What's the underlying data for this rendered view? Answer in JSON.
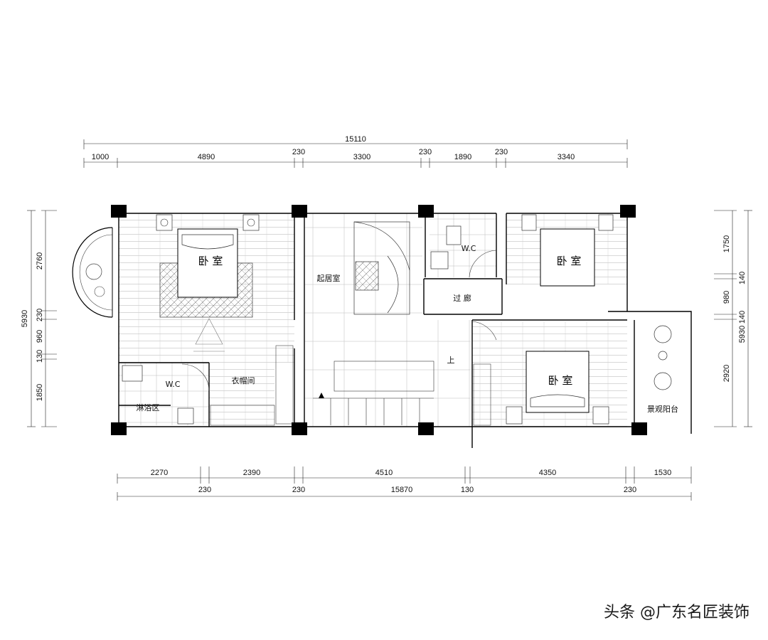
{
  "dimensions": {
    "top_overall": "15110",
    "top_segments": [
      "1000",
      "4890",
      "230",
      "3300",
      "230",
      "1890",
      "230",
      "3340"
    ],
    "bottom_segments": [
      "2270",
      "2390",
      "4510",
      "4350",
      "1530"
    ],
    "bottom_walls": [
      "230",
      "230",
      "130",
      "230"
    ],
    "bottom_overall": "15870",
    "left_overall": "5930",
    "left_segments": [
      "2760",
      "230",
      "960",
      "130",
      "1850"
    ],
    "right_overall": "5930",
    "right_segments": [
      "1750",
      "140",
      "980",
      "140",
      "2920"
    ]
  },
  "rooms": {
    "bedroom_1": "卧 室",
    "bedroom_2": "卧 室",
    "bedroom_3": "卧 室",
    "living": "起居室",
    "wc_1": "W.C",
    "wc_2": "W.C",
    "cloakroom": "衣帽间",
    "shower": "淋浴区",
    "corridor": "过 廊",
    "stairs_up": "上",
    "balcony": "景观阳台"
  },
  "watermark": "头条 @广东名匠装饰"
}
